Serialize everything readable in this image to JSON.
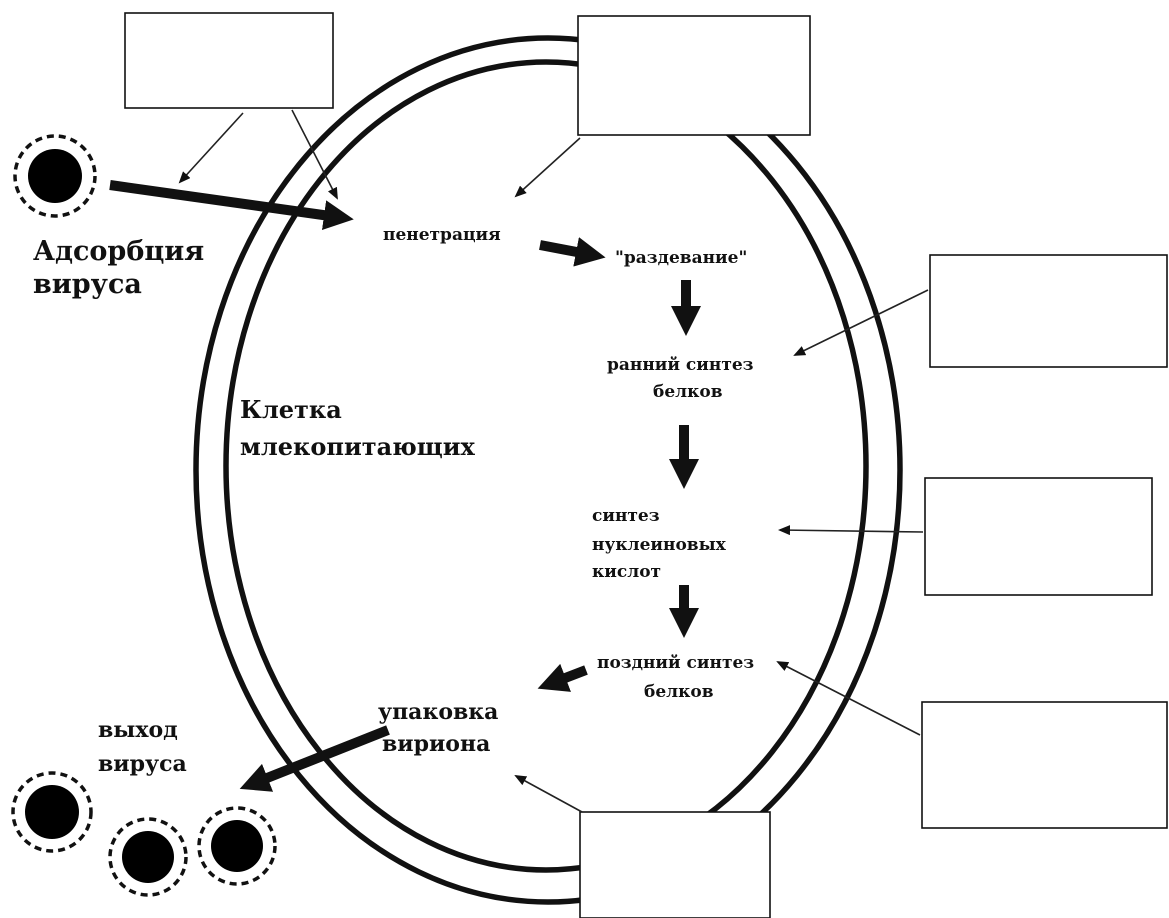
{
  "labels": {
    "adsorption_line1": "Адсорбция",
    "adsorption_line2": "вируса",
    "penetration": "пенетрация",
    "uncoating": "\"раздевание\"",
    "early_synthesis_line1": "ранний синтез",
    "early_synthesis_line2": "белков",
    "cell_line1": "Клетка",
    "cell_line2": "млекопитающих",
    "nucleic_line1": "синтез",
    "nucleic_line2": "нуклеиновых",
    "nucleic_line3": "кислот",
    "late_synthesis_line1": "поздний синтез",
    "late_synthesis_line2": "белков",
    "packaging_line1": "упаковка",
    "packaging_line2": "вириона",
    "exit_line1": "выход",
    "exit_line2": "вируса"
  },
  "answer_boxes": [
    "",
    "",
    "",
    "",
    "",
    ""
  ],
  "colors": {
    "ink": "#111111",
    "background": "#ffffff"
  }
}
